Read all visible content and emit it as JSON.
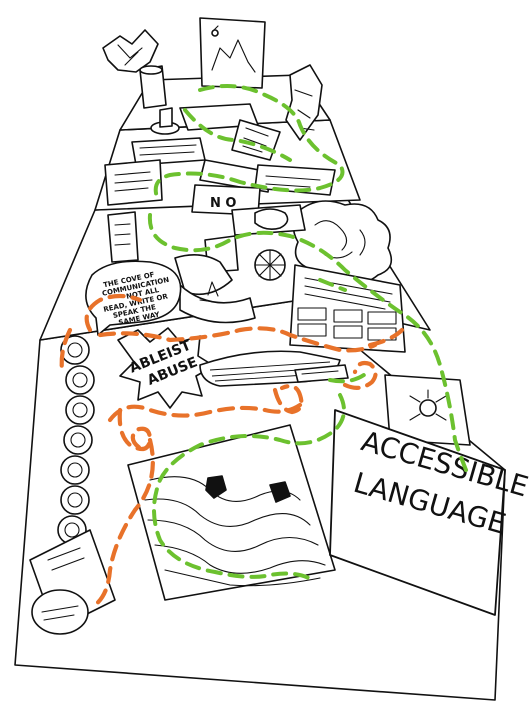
{
  "sign": {
    "line1": "ACCESSIBLE",
    "line2": "LANGUAGE"
  },
  "speech_card": {
    "lines": [
      "THE COVE OF",
      "COMMUNICATION",
      "NOT ALL",
      "READ, WRITE OR",
      "SPEAK THE",
      "SAME WAY"
    ]
  },
  "ableist_card": {
    "lines": [
      "ABLEIST",
      "ABUSE"
    ]
  },
  "no_sign": {
    "text": "N O"
  },
  "colors": {
    "green_path": "#6cc12f",
    "orange_path": "#e8722a",
    "ink": "#111111",
    "paper": "#ffffff"
  }
}
